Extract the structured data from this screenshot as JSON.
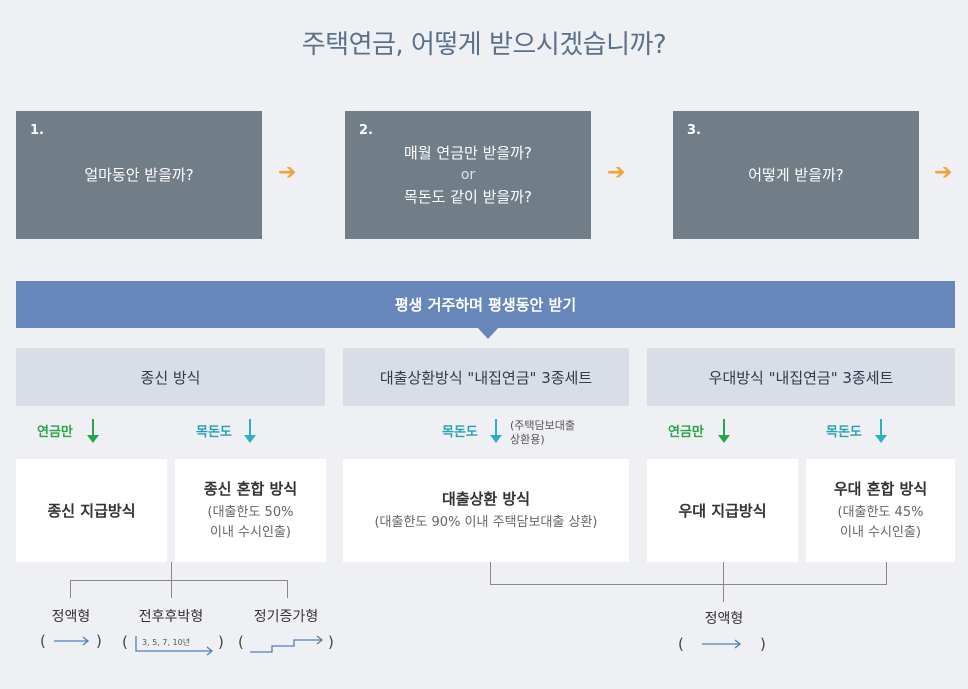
{
  "title": "주택연금, 어떻게 받으시겠습니까?",
  "steps": [
    {
      "num": "1.",
      "line1": "얼마동안 받을까?",
      "or": "",
      "line2": ""
    },
    {
      "num": "2.",
      "line1": "매월 연금만 받을까?",
      "or": "or",
      "line2": "목돈도 같이 받을까?"
    },
    {
      "num": "3.",
      "line1": "어떻게 받을까?",
      "or": "",
      "line2": ""
    }
  ],
  "banner": "평생 거주하며 평생동안 받기",
  "categories": [
    "종신 방식",
    "대출상환방식 \"내집연금\" 3종세트",
    "우대방식  \"내집연금\" 3종세트"
  ],
  "labels": {
    "pension_only": "연금만",
    "lump_sum": "목돈도",
    "note": "(주택담보대출\n상환용)"
  },
  "cards": [
    {
      "main": "종신 지급방식",
      "sub": ""
    },
    {
      "main": "종신 혼합 방식",
      "sub": "(대출한도 50%\n이내 수시인출)"
    },
    {
      "main": "대출상환 방식",
      "sub": "(대출한도 90% 이내 주택담보대출 상환)"
    },
    {
      "main": "우대 지급방식",
      "sub": ""
    },
    {
      "main": "우대 혼합 방식",
      "sub": "(대출한도 45%\n이내 수시인출)"
    }
  ],
  "types": {
    "fixed": "정액형",
    "front_loaded": "전후후박형",
    "front_years": "3, 5, 7, 10년",
    "increasing": "정기증가형",
    "fixed_right": "정액형"
  },
  "colors": {
    "step_bg": "#717d87",
    "banner_bg": "#6787bb",
    "category_bg": "#d8dde6",
    "arrow_orange": "#f3a23a",
    "green": "#2aa34a",
    "teal": "#2fb0c2"
  }
}
